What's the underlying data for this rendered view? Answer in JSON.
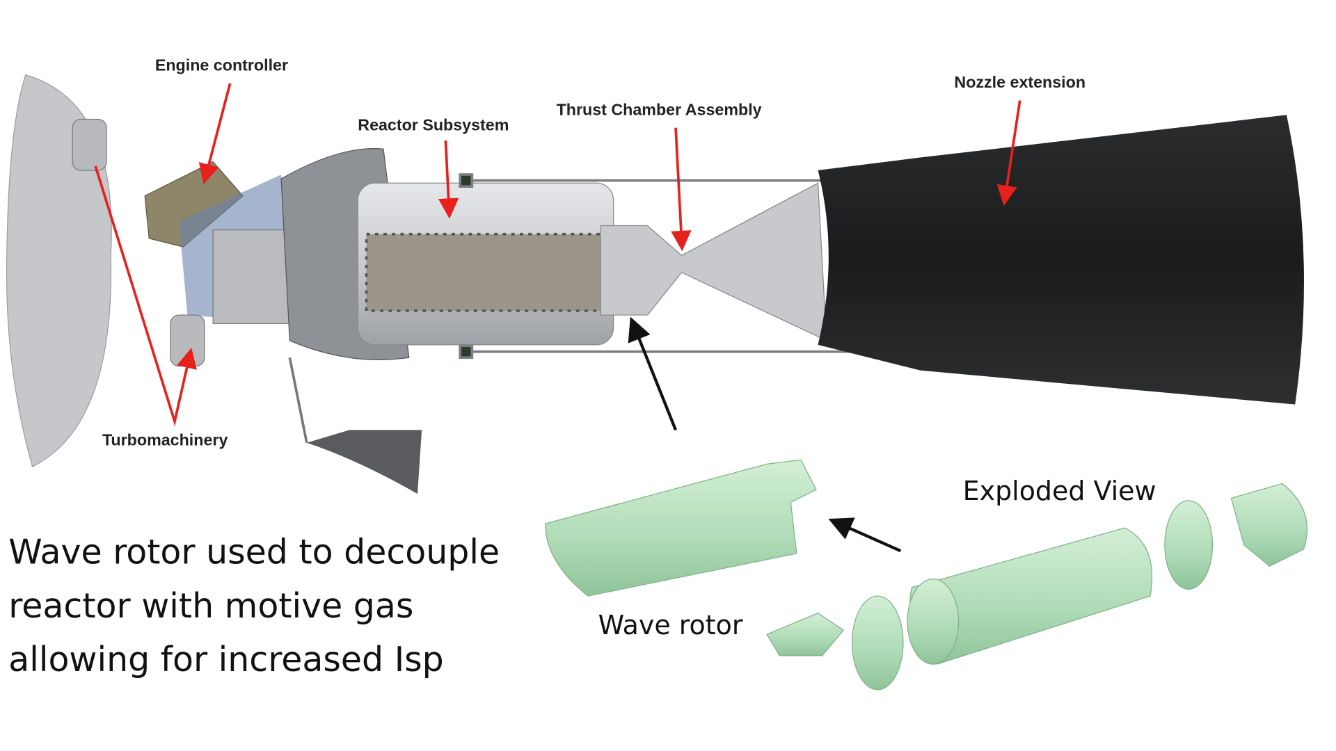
{
  "labels": {
    "engine_controller": "Engine controller",
    "reactor_subsystem": "Reactor Subsystem",
    "thrust_chamber": "Thrust Chamber Assembly",
    "nozzle_extension": "Nozzle extension",
    "turbomachinery": "Turbomachinery",
    "exploded_view": "Exploded View",
    "wave_rotor": "Wave rotor"
  },
  "caption": {
    "line1": "Wave rotor used to decouple",
    "line2": "reactor with motive gas",
    "line3": "allowing for increased Isp"
  },
  "colors": {
    "callout_red": "#e8201c",
    "rotor_green": "#b4e0bc",
    "nozzle_black": "#1e1f21"
  }
}
